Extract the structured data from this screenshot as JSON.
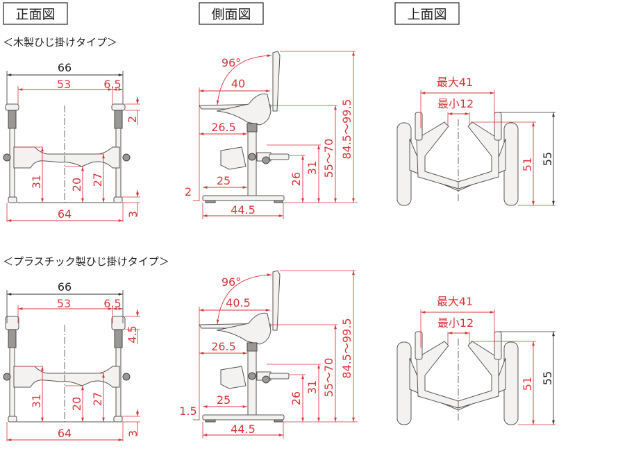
{
  "views": [
    "正面図",
    "側面図",
    "上面図"
  ],
  "sections": [
    {
      "title": "＜木製ひじ掛けタイプ＞",
      "front": {
        "overall_width": "66",
        "inner_width": "53",
        "arm_offset": "6.5",
        "arm_height": "2",
        "crossbar_top": "31",
        "crossbar_bottom": "20",
        "crossbar_mid": "27",
        "foot_height": "3",
        "base_width": "64"
      },
      "side": {
        "back_angle": "96°",
        "seat_depth": "40",
        "post_offset": "26.5",
        "base_offset": "25",
        "base_gap": "2",
        "base_depth": "44.5",
        "footrest_height": "26",
        "armbar_height": "31",
        "seat_height": "55～70",
        "total_height": "84.5～99.5"
      },
      "top": {
        "max_width": "最大41",
        "min_width": "最小12",
        "inner_depth": "51",
        "total_depth": "55"
      }
    },
    {
      "title": "＜プラスチック製ひじ掛けタイプ＞",
      "front": {
        "overall_width": "66",
        "inner_width": "53",
        "arm_offset": "6.5",
        "arm_height": "4.5",
        "crossbar_top": "31",
        "crossbar_bottom": "20",
        "crossbar_mid": "27",
        "foot_height": "3",
        "base_width": "64"
      },
      "side": {
        "back_angle": "96°",
        "seat_depth": "40.5",
        "post_offset": "26.5",
        "base_offset": "25",
        "base_gap": "1.5",
        "base_depth": "44.5",
        "footrest_height": "26",
        "armbar_height": "31",
        "seat_height": "55～70",
        "total_height": "84.5～99.5"
      },
      "top": {
        "max_width": "最大41",
        "min_width": "最小12",
        "inner_depth": "51",
        "total_depth": "55"
      }
    }
  ],
  "colors": {
    "dimension": "#d8353a",
    "outline": "#555555"
  }
}
